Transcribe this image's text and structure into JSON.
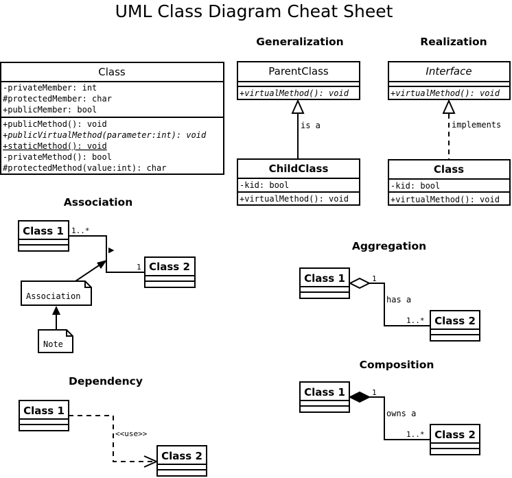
{
  "title": "UML Class Diagram Cheat Sheet",
  "sections": {
    "generalization": "Generalization",
    "realization": "Realization",
    "association": "Association",
    "aggregation": "Aggregation",
    "dependency": "Dependency",
    "composition": "Composition"
  },
  "main_class": {
    "name": "Class",
    "attributes": [
      "-privateMember: int",
      "#protectedMember: char",
      "+publicMember: bool"
    ],
    "methods": [
      "+publicMethod(): void",
      "+publicVirtualMethod(parameter:int): void",
      "+staticMethod(): void",
      "-privateMethod(): bool",
      "#protectedMethod(value:int): char"
    ]
  },
  "generalization": {
    "parent_name": "ParentClass",
    "parent_method": "+virtualMethod(): void",
    "child_name": "ChildClass",
    "child_attr": "-kid: bool",
    "child_method": "+virtualMethod(): void",
    "label": "is a"
  },
  "realization": {
    "interface_name": "Interface",
    "interface_method": "+virtualMethod(): void",
    "class_name": "Class",
    "class_attr": "-kid: bool",
    "class_method": "+virtualMethod(): void",
    "label": "implements"
  },
  "association": {
    "class1": "Class 1",
    "class2": "Class 2",
    "mult1": "1..*",
    "mult2": "1",
    "direction": "▶",
    "note1": "Association",
    "note2": "Note"
  },
  "aggregation": {
    "class1": "Class 1",
    "class2": "Class 2",
    "mult1": "1",
    "mult2": "1..*",
    "label": "has a"
  },
  "dependency": {
    "class1": "Class 1",
    "class2": "Class 2",
    "label": "<<use>>"
  },
  "composition": {
    "class1": "Class 1",
    "class2": "Class 2",
    "mult1": "1",
    "mult2": "1..*",
    "label": "owns a"
  }
}
